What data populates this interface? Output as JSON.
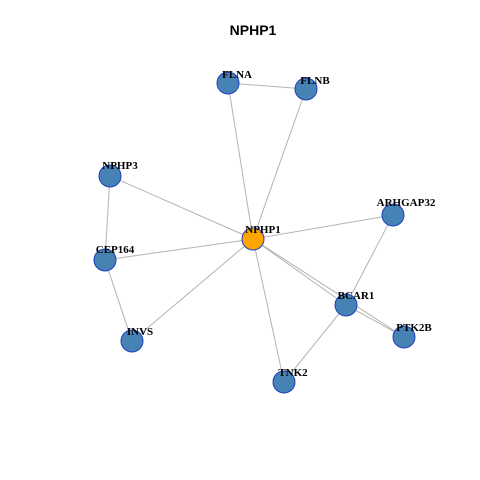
{
  "title": "NPHP1",
  "colors": {
    "hub": "#FFA500",
    "node": "#4682B4",
    "node_border": "#1F3FBF",
    "edge": "#B3B3B3"
  },
  "nodes": [
    {
      "id": "NPHP1",
      "label": "NPHP1",
      "hub": true
    },
    {
      "id": "FLNA",
      "label": "FLNA"
    },
    {
      "id": "FLNB",
      "label": "FLNB"
    },
    {
      "id": "NPHP3",
      "label": "NPHP3"
    },
    {
      "id": "ARHGAP32",
      "label": "ARHGAP32"
    },
    {
      "id": "CEP164",
      "label": "CEP164"
    },
    {
      "id": "BCAR1",
      "label": "BCAR1"
    },
    {
      "id": "PTK2B",
      "label": "PTK2B"
    },
    {
      "id": "INVS",
      "label": "INVS"
    },
    {
      "id": "TNK2",
      "label": "TNK2"
    }
  ],
  "edges": [
    [
      "FLNA",
      "FLNB"
    ],
    [
      "FLNA",
      "NPHP1"
    ],
    [
      "FLNB",
      "NPHP1"
    ],
    [
      "NPHP3",
      "NPHP1"
    ],
    [
      "NPHP3",
      "CEP164"
    ],
    [
      "CEP164",
      "NPHP1"
    ],
    [
      "CEP164",
      "INVS"
    ],
    [
      "INVS",
      "NPHP1"
    ],
    [
      "ARHGAP32",
      "NPHP1"
    ],
    [
      "ARHGAP32",
      "BCAR1"
    ],
    [
      "NPHP1",
      "BCAR1"
    ],
    [
      "NPHP1",
      "PTK2B"
    ],
    [
      "BCAR1",
      "PTK2B"
    ],
    [
      "NPHP1",
      "TNK2"
    ],
    [
      "BCAR1",
      "TNK2"
    ]
  ]
}
